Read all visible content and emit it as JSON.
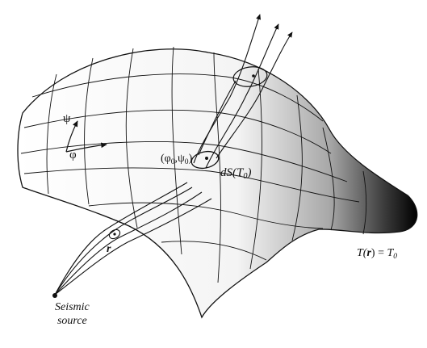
{
  "diagram": {
    "coord_label_1": "ψ",
    "coord_label_2": "φ",
    "origin_label": {
      "open": "(",
      "phi": "φ",
      "phi_sub": "0",
      "comma": ",",
      "psi": "ψ",
      "psi_sub": "0",
      "close": ")"
    },
    "area_label": {
      "prefix": "dS(",
      "symbol": "T",
      "sub": "0",
      "close": ")"
    },
    "position_label": "r",
    "wavefront_label": {
      "func": "T(",
      "arg": "r",
      "eq": ") = ",
      "symbol": "T",
      "sub": "0"
    },
    "source_label_line1": "Seismic",
    "source_label_line2": "source"
  }
}
